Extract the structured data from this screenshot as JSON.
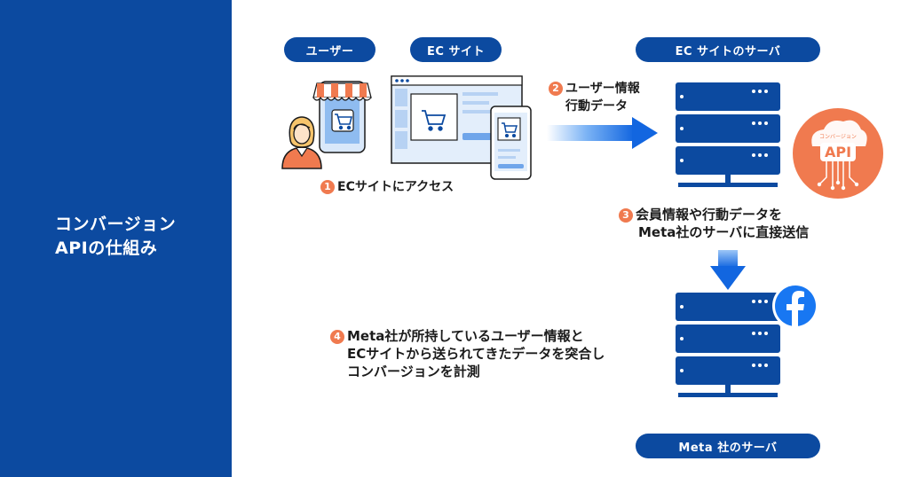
{
  "title_lines": [
    "コンバージョン",
    "APIの仕組み"
  ],
  "labels": {
    "user": "ユーザー",
    "ec_site": "EC サイト",
    "ec_server": "EC サイトのサーバ",
    "meta_server": "Meta 社のサーバ"
  },
  "steps": [
    {
      "num": "1",
      "lines": [
        "ECサイトにアクセス"
      ]
    },
    {
      "num": "2",
      "lines": [
        "ユーザー情報",
        "行動データ"
      ]
    },
    {
      "num": "3",
      "lines": [
        "会員情報や行動データを",
        "Meta社のサーバに直接送信"
      ]
    },
    {
      "num": "4",
      "lines": [
        "Meta社が所持しているユーザー情報と",
        "ECサイトから送られてきたデータを突合し",
        "コンバージョンを計測"
      ]
    }
  ],
  "api_badge": {
    "small_text": "コンバージョン",
    "text": "API"
  },
  "colors": {
    "primary": "#0c4aa0",
    "accent": "#f07a4f",
    "facebook": "#1877f2",
    "arrow": "#1a72e8",
    "server": "#0c4aa0"
  },
  "icons": [
    "user-icon",
    "smartphone-store-icon",
    "cart-icon",
    "browser-window-icon",
    "tablet-icon",
    "server-icon",
    "cloud-api-icon",
    "facebook-icon",
    "arrow-right-icon",
    "arrow-down-icon"
  ]
}
